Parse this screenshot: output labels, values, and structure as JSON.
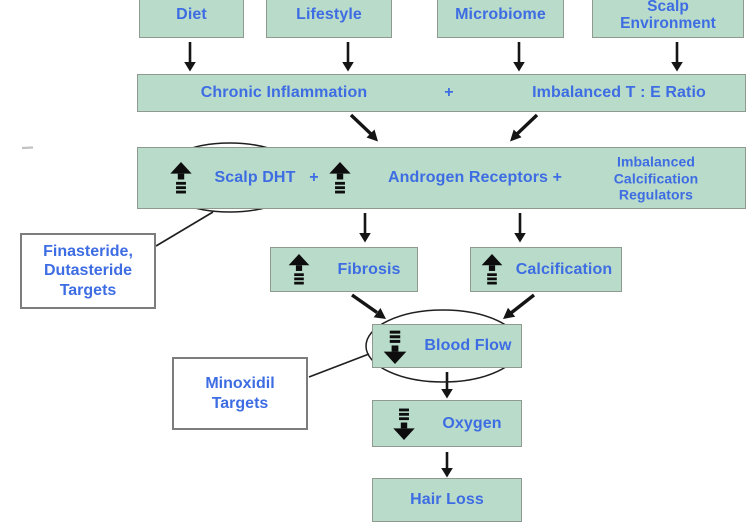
{
  "figure": {
    "description": "Hair loss pathogenesis flowchart",
    "colors": {
      "box_fill": "#b8dbca",
      "box_border": "#8f998f",
      "label_blue": "#3e6de3",
      "callout_border": "#7d7d7d",
      "arrow_black": "#151515"
    },
    "icons": {
      "increase": "bold-dashed-up-arrow",
      "decrease": "bold-dashed-down-arrow"
    },
    "top_row": [
      {
        "label": "Diet"
      },
      {
        "label": "Lifestyle"
      },
      {
        "label": "Microbiome"
      },
      {
        "label": "Scalp\nEnvironment"
      }
    ],
    "inflammation_row": {
      "left": "Chronic Inflammation",
      "plus": "+",
      "right": "Imbalanced T : E Ratio"
    },
    "androgen_row": {
      "scalp_dht": "Scalp DHT",
      "plus1": "+",
      "androgen_receptors": "Androgen Receptors +",
      "imbalanced_calcification": "Imbalanced\nCalcification\nRegulators"
    },
    "mid_nodes": {
      "fibrosis": "Fibrosis",
      "calcification": "Calcification",
      "blood_flow": "Blood Flow",
      "oxygen": "Oxygen",
      "hair_loss": "Hair Loss"
    },
    "callouts": {
      "finasteride": "Finasteride,\nDutasteride\nTargets",
      "minoxidil": "Minoxidil\nTargets"
    }
  }
}
